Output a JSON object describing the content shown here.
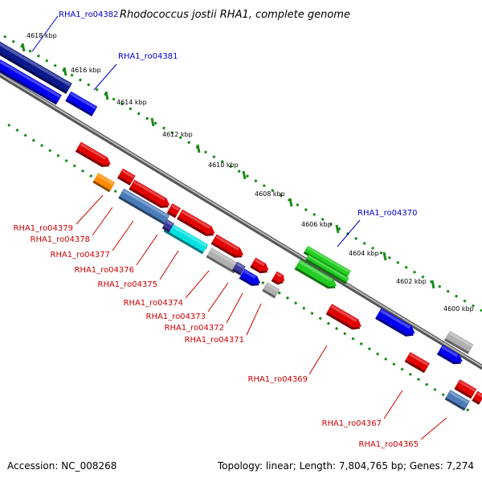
{
  "title": {
    "gene": "RHA1_ro04382",
    "organism": "Rhodococcus jostii RHA1, complete genome"
  },
  "kbp_ticks": [
    "4618 kbp",
    "4616 kbp",
    "4614 kbp",
    "4612 kbp",
    "4610 kbp",
    "4608 kbp",
    "4606 kbp",
    "4604 kbp",
    "4602 kbp",
    "4600 kbp"
  ],
  "genes": [
    {
      "id": "RHA1_ro04382",
      "color": "#0a1a8c",
      "strand": "top"
    },
    {
      "id": "RHA1_ro04381",
      "color": "#0000ee",
      "strand": "top"
    },
    {
      "id": "RHA1_ro04379",
      "color": "#ff8c00",
      "strand": "bottom"
    },
    {
      "id": "RHA1_ro04378",
      "color": "#e00000",
      "strand": "bottom"
    },
    {
      "id": "RHA1_ro04377",
      "color": "#4a7ab8",
      "strand": "bottom"
    },
    {
      "id": "RHA1_ro04376",
      "color": "#e00000",
      "strand": "bottom"
    },
    {
      "id": "RHA1_ro04375",
      "color": "#00e0e0",
      "strand": "bottom"
    },
    {
      "id": "RHA1_ro04374",
      "color": "#e00000",
      "strand": "bottom"
    },
    {
      "id": "RHA1_ro04373",
      "color": "#b0b0b0",
      "strand": "bottom"
    },
    {
      "id": "RHA1_ro04372",
      "color": "#0000ee",
      "strand": "bottom"
    },
    {
      "id": "RHA1_ro04371",
      "color": "#e00000",
      "strand": "bottom"
    },
    {
      "id": "RHA1_ro04370",
      "color": "#22cc22",
      "strand": "top"
    },
    {
      "id": "RHA1_ro04369",
      "color": "#e00000",
      "strand": "bottom"
    },
    {
      "id": "RHA1_ro04367",
      "color": "#e00000",
      "strand": "bottom"
    },
    {
      "id": "RHA1_ro04365",
      "color": "#4a7ab8",
      "strand": "bottom"
    }
  ],
  "footer": {
    "accession": "Accession: NC_008268",
    "summary": "Topology: linear; Length: 7,804,765 bp; Genes: 7,274"
  },
  "colors": {
    "forward_label": "#0000cc",
    "reverse_label": "#cc0000",
    "tick_green": "#1a8a1a",
    "axis_gray": "#888888"
  }
}
